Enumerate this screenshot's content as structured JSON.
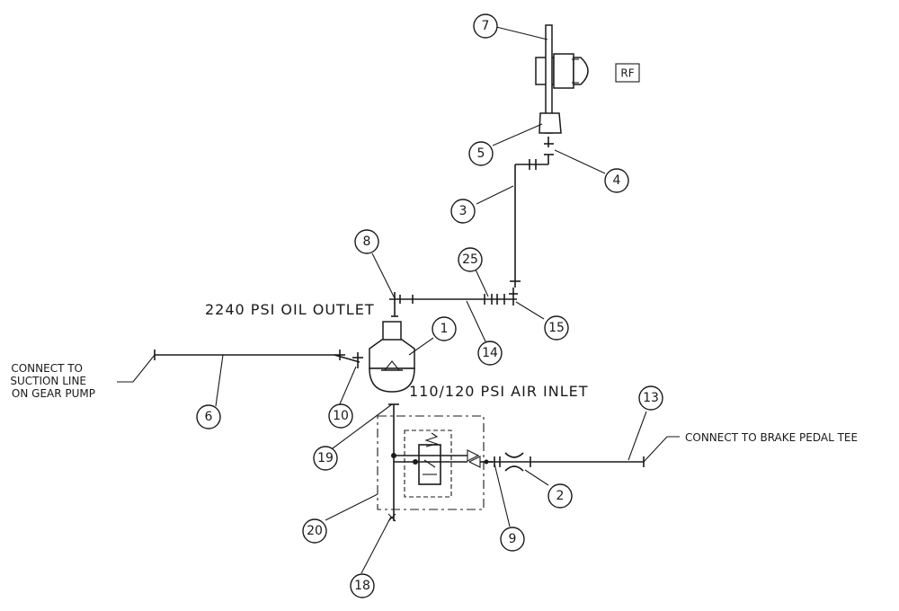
{
  "labels": {
    "oil_outlet": "2240 PSI OIL OUTLET",
    "air_inlet": "110/120 PSI AIR INLET",
    "suction_line": [
      "CONNECT TO",
      "SUCTION LINE",
      "ON GEAR PUMP"
    ],
    "brake_pedal": "CONNECT TO BRAKE PEDAL TEE",
    "rf_tag": "RF"
  },
  "callouts": [
    "1",
    "2",
    "3",
    "4",
    "5",
    "6",
    "7",
    "8",
    "9",
    "10",
    "13",
    "14",
    "15",
    "18",
    "19",
    "20",
    "25"
  ]
}
